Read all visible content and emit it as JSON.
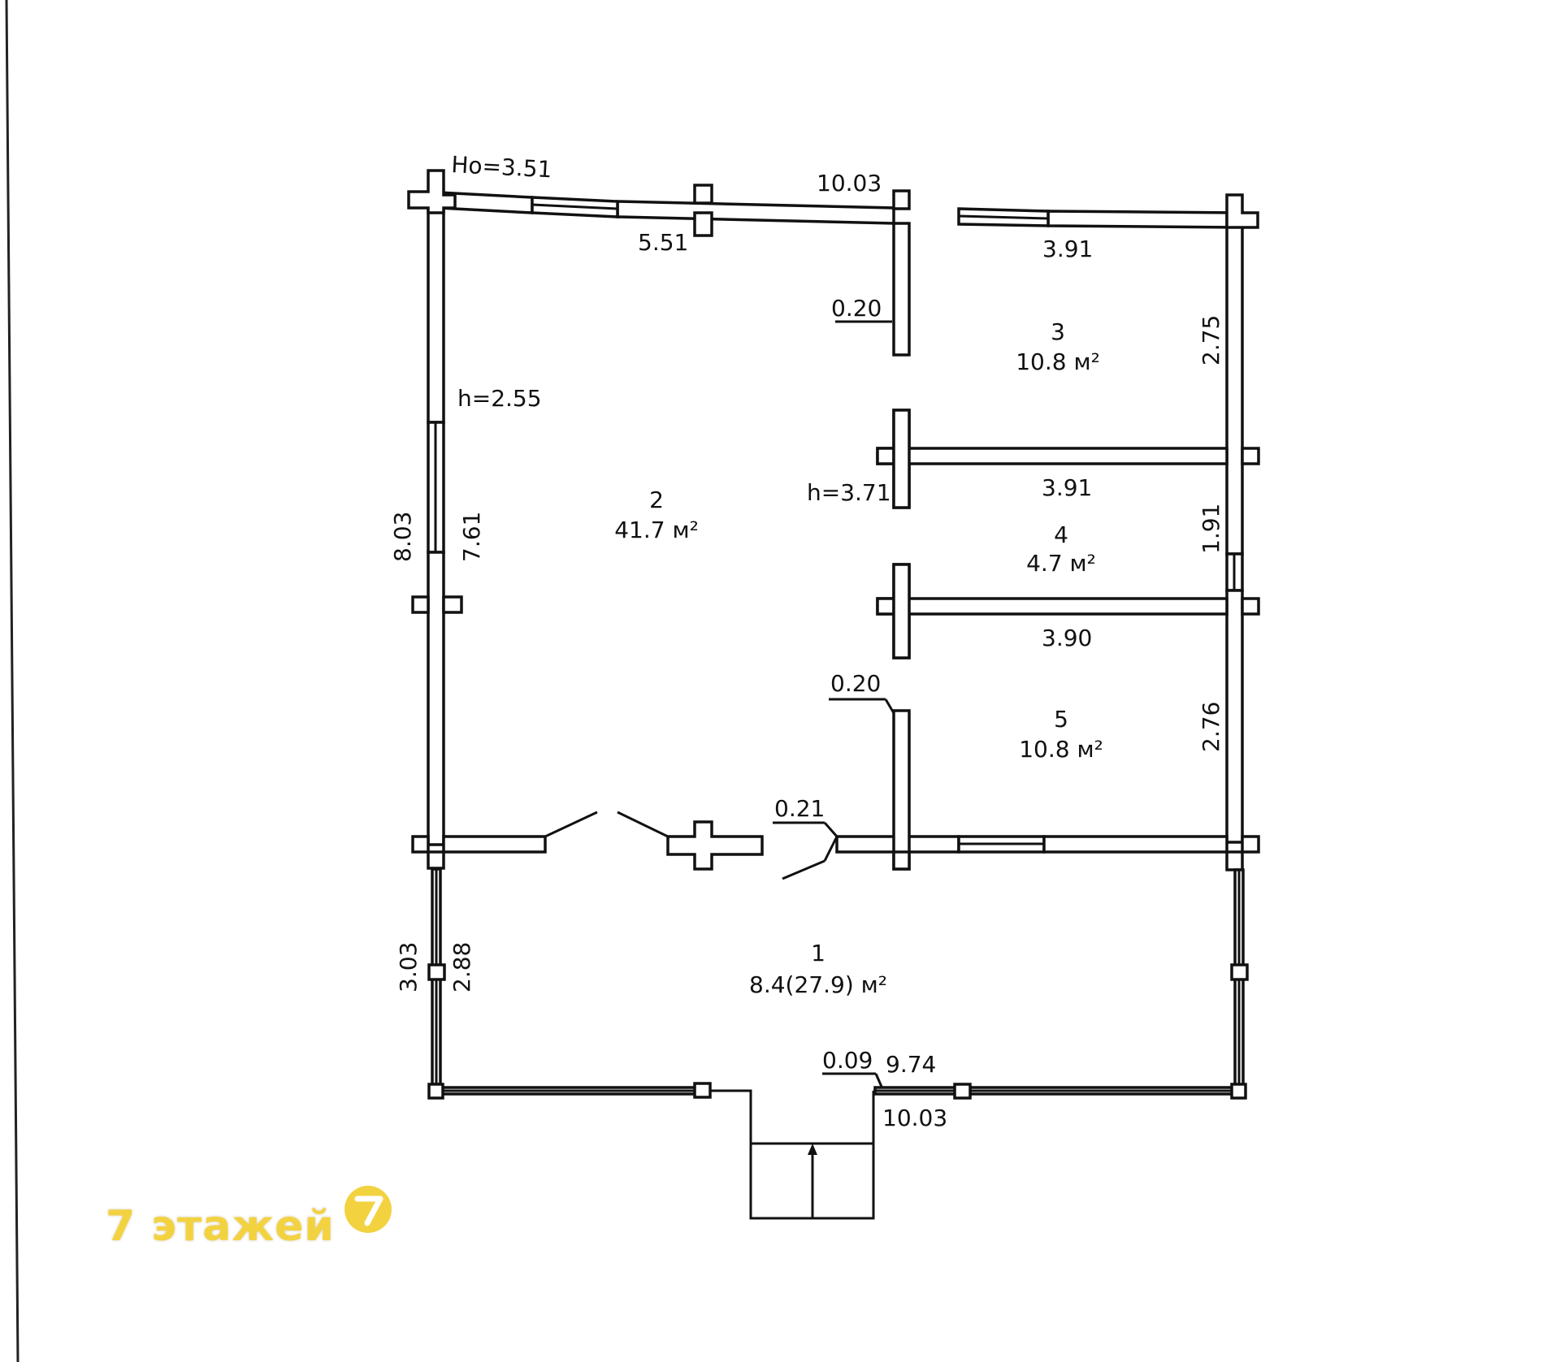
{
  "plan": {
    "labels": {
      "ho": "Ho=3.51",
      "top_total": "10.03",
      "top_left": "5.51",
      "top_right": "3.91",
      "wall_020_a": "0.20",
      "wall_020_b": "0.20",
      "h_255": "h=2.55",
      "h_371": "h=3.71",
      "left_outer": "8.03",
      "left_inner": "7.61",
      "right_275": "2.75",
      "mid_391": "3.91",
      "right_191": "1.91",
      "mid_390": "3.90",
      "right_276": "2.76",
      "door_021": "0.21",
      "veranda_left_outer": "3.03",
      "veranda_left_inner": "2.88",
      "bottom_009": "0.09",
      "bottom_974": "9.74",
      "bottom_1003": "10.03"
    },
    "rooms": [
      {
        "number": "1",
        "area": "8.4(27.9) м²"
      },
      {
        "number": "2",
        "area": "41.7 м²"
      },
      {
        "number": "3",
        "area": "10.8 м²"
      },
      {
        "number": "4",
        "area": "4.7 м²"
      },
      {
        "number": "5",
        "area": "10.8 м²"
      }
    ]
  },
  "watermark": {
    "text": "7 этажей",
    "logo_digit": "7",
    "color": "#f3d240"
  }
}
